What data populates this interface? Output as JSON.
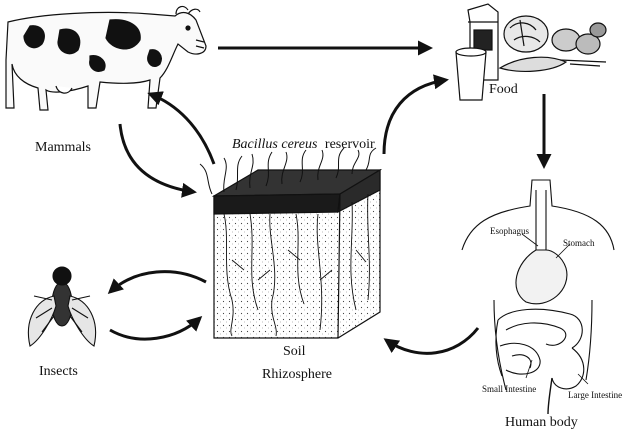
{
  "labels": {
    "mammals": "Mammals",
    "food": "Food",
    "reservoir_species": "Bacillus cereus",
    "reservoir_word": "reservoir",
    "soil": "Soil",
    "rhizosphere": "Rhizosphere",
    "insects": "Insects",
    "human_body": "Human body"
  },
  "organs": {
    "esophagus": "Esophagus",
    "stomach": "Stomach",
    "small_intestine": "Small Intestine",
    "large_intestine": "Large Intestine"
  },
  "icons": [
    "cow-icon",
    "food-icon",
    "soil-block-icon",
    "fly-icon",
    "human-body-icon"
  ]
}
